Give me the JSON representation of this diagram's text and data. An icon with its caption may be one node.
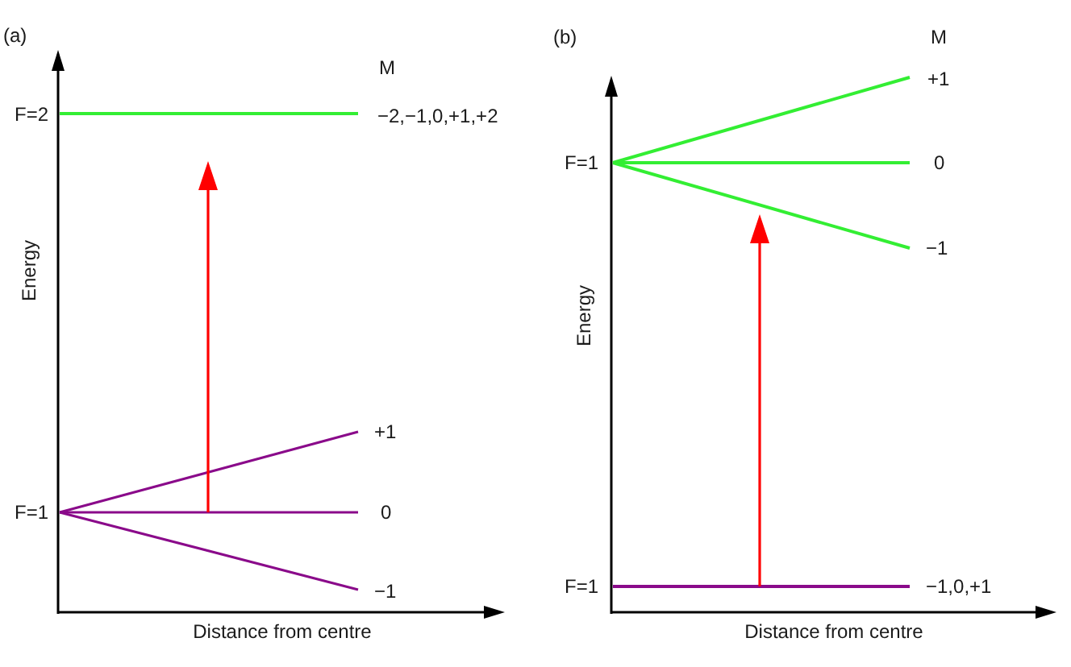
{
  "diagram": {
    "labels": [
      "(a)",
      "M",
      "F=2",
      "−2,−1,0,+1,+2",
      "Energy",
      "+1",
      "F=1",
      "0",
      "−1",
      "Distance from centre",
      "(b)",
      "M",
      "+1",
      "F=1",
      "0",
      "−1",
      "Energy",
      "F=1",
      "−1,0,+1",
      "Distance from centre"
    ]
  }
}
